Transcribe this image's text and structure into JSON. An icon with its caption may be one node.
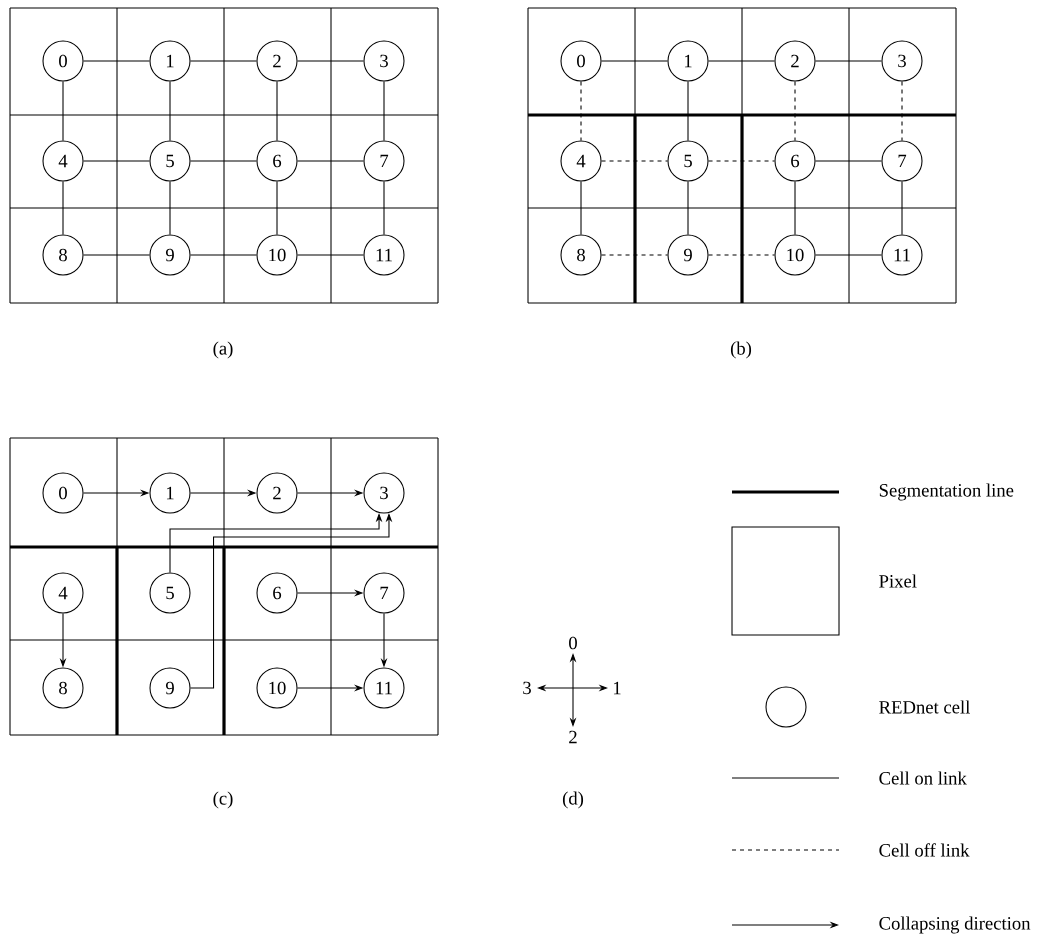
{
  "diagram": {
    "nodes": [
      {
        "text": [
          "0"
        ]
      },
      {
        "text": [
          "1"
        ]
      },
      {
        "text": [
          "2"
        ]
      },
      {
        "text": [
          "3"
        ]
      },
      {
        "text": [
          "4"
        ]
      },
      {
        "text": [
          "5"
        ]
      },
      {
        "text": [
          "6"
        ]
      },
      {
        "text": [
          "7"
        ]
      },
      {
        "text": [
          "8"
        ]
      },
      {
        "text": [
          "9"
        ]
      },
      {
        "text": [
          "10"
        ]
      },
      {
        "text": [
          "11"
        ]
      },
      {
        "text": [
          "0"
        ]
      },
      {
        "text": [
          "1"
        ]
      },
      {
        "text": [
          "2"
        ]
      },
      {
        "text": [
          "3"
        ]
      },
      {
        "text": [
          "4"
        ]
      },
      {
        "text": [
          "5"
        ]
      },
      {
        "text": [
          "6"
        ]
      },
      {
        "text": [
          "7"
        ]
      },
      {
        "text": [
          "8"
        ]
      },
      {
        "text": [
          "9"
        ]
      },
      {
        "text": [
          "10"
        ]
      },
      {
        "text": [
          "11"
        ]
      },
      {
        "text": [
          "0"
        ]
      },
      {
        "text": [
          "1"
        ]
      },
      {
        "text": [
          "2"
        ]
      },
      {
        "text": [
          "3"
        ]
      },
      {
        "text": [
          "4"
        ]
      },
      {
        "text": [
          "5"
        ]
      },
      {
        "text": [
          "6"
        ]
      },
      {
        "text": [
          "7"
        ]
      },
      {
        "text": [
          "8"
        ]
      },
      {
        "text": [
          "9"
        ]
      },
      {
        "text": [
          "10"
        ]
      },
      {
        "text": [
          "11"
        ]
      }
    ],
    "edges": [
      {
        "from": 0,
        "to": 1,
        "arrow": "none"
      },
      {
        "from": 1,
        "to": 2,
        "arrow": "none"
      },
      {
        "from": 2,
        "to": 3,
        "arrow": "none"
      },
      {
        "from": 0,
        "to": 4,
        "arrow": "none"
      },
      {
        "from": 1,
        "to": 5,
        "arrow": "none"
      },
      {
        "from": 2,
        "to": 6,
        "arrow": "none"
      },
      {
        "from": 3,
        "to": 7,
        "arrow": "none"
      },
      {
        "from": 4,
        "to": 5,
        "arrow": "none"
      },
      {
        "from": 5,
        "to": 6,
        "arrow": "none"
      },
      {
        "from": 6,
        "to": 7,
        "arrow": "none"
      },
      {
        "from": 4,
        "to": 8,
        "arrow": "none"
      },
      {
        "from": 5,
        "to": 9,
        "arrow": "none"
      },
      {
        "from": 6,
        "to": 10,
        "arrow": "none"
      },
      {
        "from": 7,
        "to": 11,
        "arrow": "none"
      },
      {
        "from": 8,
        "to": 9,
        "arrow": "none"
      },
      {
        "from": 9,
        "to": 10,
        "arrow": "none"
      },
      {
        "from": 10,
        "to": 11,
        "arrow": "none"
      },
      {
        "from": 12,
        "to": 13,
        "arrow": "none"
      },
      {
        "from": 13,
        "to": 14,
        "arrow": "none"
      },
      {
        "from": 14,
        "to": 15,
        "arrow": "none"
      },
      {
        "from": 12,
        "to": 16,
        "arrow": "none",
        "style": "dashed"
      },
      {
        "from": 13,
        "to": 17,
        "arrow": "none"
      },
      {
        "from": 14,
        "to": 18,
        "arrow": "none",
        "style": "dashed"
      },
      {
        "from": 15,
        "to": 19,
        "arrow": "none",
        "style": "dashed"
      },
      {
        "from": 16,
        "to": 17,
        "arrow": "none",
        "style": "dashed"
      },
      {
        "from": 17,
        "to": 18,
        "arrow": "none",
        "style": "dashed"
      },
      {
        "from": 18,
        "to": 19,
        "arrow": "none"
      },
      {
        "from": 16,
        "to": 20,
        "arrow": "none"
      },
      {
        "from": 17,
        "to": 21,
        "arrow": "none"
      },
      {
        "from": 18,
        "to": 22,
        "arrow": "none"
      },
      {
        "from": 19,
        "to": 23,
        "arrow": "none"
      },
      {
        "from": 20,
        "to": 21,
        "arrow": "none",
        "style": "dashed"
      },
      {
        "from": 21,
        "to": 22,
        "arrow": "none",
        "style": "dashed"
      },
      {
        "from": 22,
        "to": 23,
        "arrow": "none"
      },
      {
        "from": 24,
        "to": 25,
        "arrow": "to"
      },
      {
        "from": 25,
        "to": 26,
        "arrow": "to"
      },
      {
        "from": 26,
        "to": 27,
        "arrow": "to"
      },
      {
        "from": 29,
        "to": 27,
        "arrow": "to"
      },
      {
        "from": 33,
        "to": 27,
        "arrow": "to"
      },
      {
        "from": 30,
        "to": 31,
        "arrow": "to"
      },
      {
        "from": 28,
        "to": 32,
        "arrow": "to"
      },
      {
        "from": 31,
        "to": 35,
        "arrow": "to"
      },
      {
        "from": 34,
        "to": 35,
        "arrow": "to"
      }
    ],
    "labels": [
      "(a)",
      "(b)",
      "(c)",
      "0",
      "3",
      "1",
      "2",
      "(d)"
    ],
    "legend": [
      {
        "text": "Segmentation line"
      },
      {
        "text": "Pixel"
      },
      {
        "text": "REDnet cell"
      },
      {
        "text": "Cell on link"
      },
      {
        "text": "Cell off link"
      },
      {
        "text": "Collapsing direction"
      }
    ]
  }
}
